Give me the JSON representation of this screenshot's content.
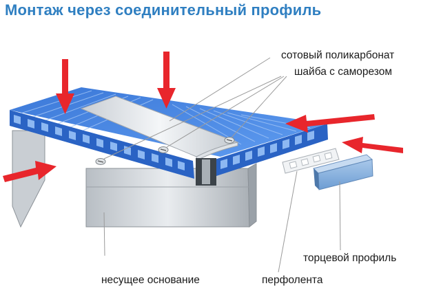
{
  "title": "Монтаж через соединительный профиль",
  "labels": {
    "polycarbonate": "сотовый поликарбонат",
    "washer": "шайба с  саморезом",
    "end_profile": "торцевой профиль",
    "base": "несущее основание",
    "perfotape": "перфолента"
  },
  "colors": {
    "title": "#2f7fc1",
    "sheet": "#3d7fe0",
    "arrow": "#e8262c",
    "leader": "#9a9a9a"
  }
}
